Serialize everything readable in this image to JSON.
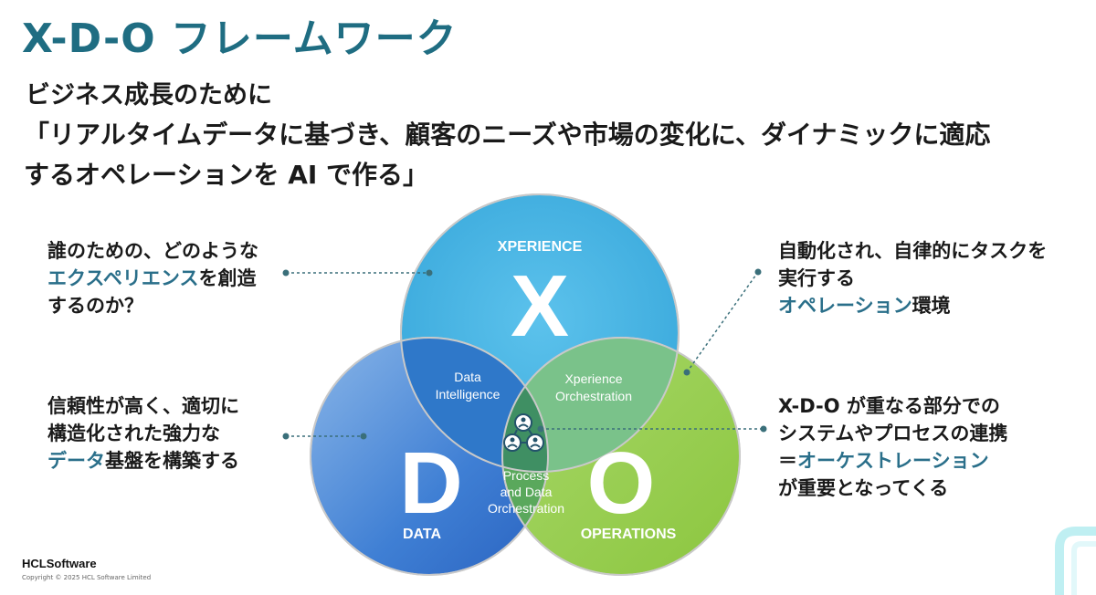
{
  "title": "X-D-O フレームワーク",
  "subtitle": "ビジネス成長のために",
  "headline": {
    "line1": "「リアルタイムデータに基づき、顧客のニーズや市場の変化に、ダイナミックに適応",
    "line2": "するオペレーションを AI で作る」"
  },
  "notes": {
    "experience": {
      "line1": "誰のための、どのような",
      "line2_highlight": "エクスペリエンス",
      "line2_rest": "を創造",
      "line3": "するのか？"
    },
    "data": {
      "line1": "信頼性が高く、適切に",
      "line2": "構造化された強力な",
      "line3_highlight": "データ",
      "line3_rest": "基盤を構築する"
    },
    "operations": {
      "line1": "自動化され、自律的にタスクを",
      "line2": "実行する",
      "line3_highlight": "オペレーション",
      "line3_rest": "環境"
    },
    "orchestration": {
      "line1": "X-D-O が重なる部分での",
      "line2": "システムやプロセスの連携",
      "line3_prefix": "＝",
      "line3_highlight": "オーケストレーション",
      "line4": "が重要となってくる"
    }
  },
  "venn": {
    "x": {
      "letter": "X",
      "label": "XPERIENCE",
      "color": "#3aaee0"
    },
    "d": {
      "letter": "D",
      "label": "DATA",
      "color": "#3a78cf"
    },
    "o": {
      "letter": "O",
      "label": "OPERATIONS",
      "color": "#8cc63f"
    },
    "xd_line1": "Data",
    "xd_line2": "Intelligence",
    "xo_line1": "Xperience",
    "xo_line2": "Orchestration",
    "do_line1": "Process",
    "do_line2": "and Data",
    "do_line3": "Orchestration",
    "center_icon": "people-network-icon"
  },
  "footer": {
    "brand": "HCLSoftware",
    "copyright": "Copyright © 2025 HCL Software Limited"
  }
}
